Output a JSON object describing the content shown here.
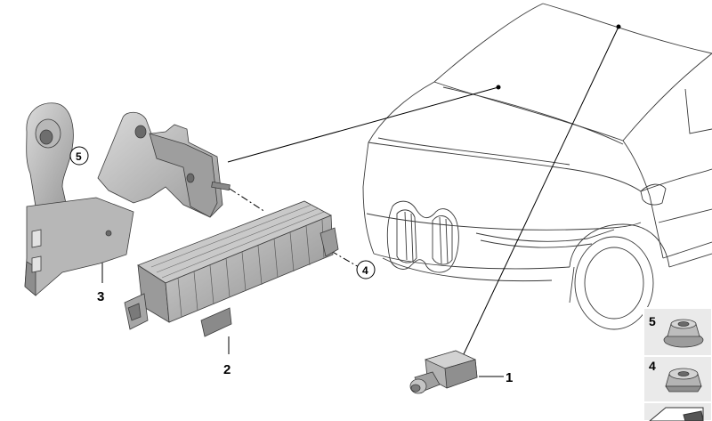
{
  "callouts": {
    "part1": "1",
    "part2": "2",
    "part3": "3",
    "part4": "4",
    "part5": "5"
  },
  "legend": {
    "items": [
      {
        "number": "5",
        "icon": "flange-nut-icon"
      },
      {
        "number": "4",
        "icon": "hex-nut-icon"
      },
      {
        "icon": "arrow-tag-icon"
      }
    ]
  },
  "colors": {
    "line": "#000000",
    "part_light": "#c8c8c8",
    "part_mid": "#a9a9a9",
    "part_dark": "#7d7d7d",
    "legend_bg": "#eaeaea"
  }
}
